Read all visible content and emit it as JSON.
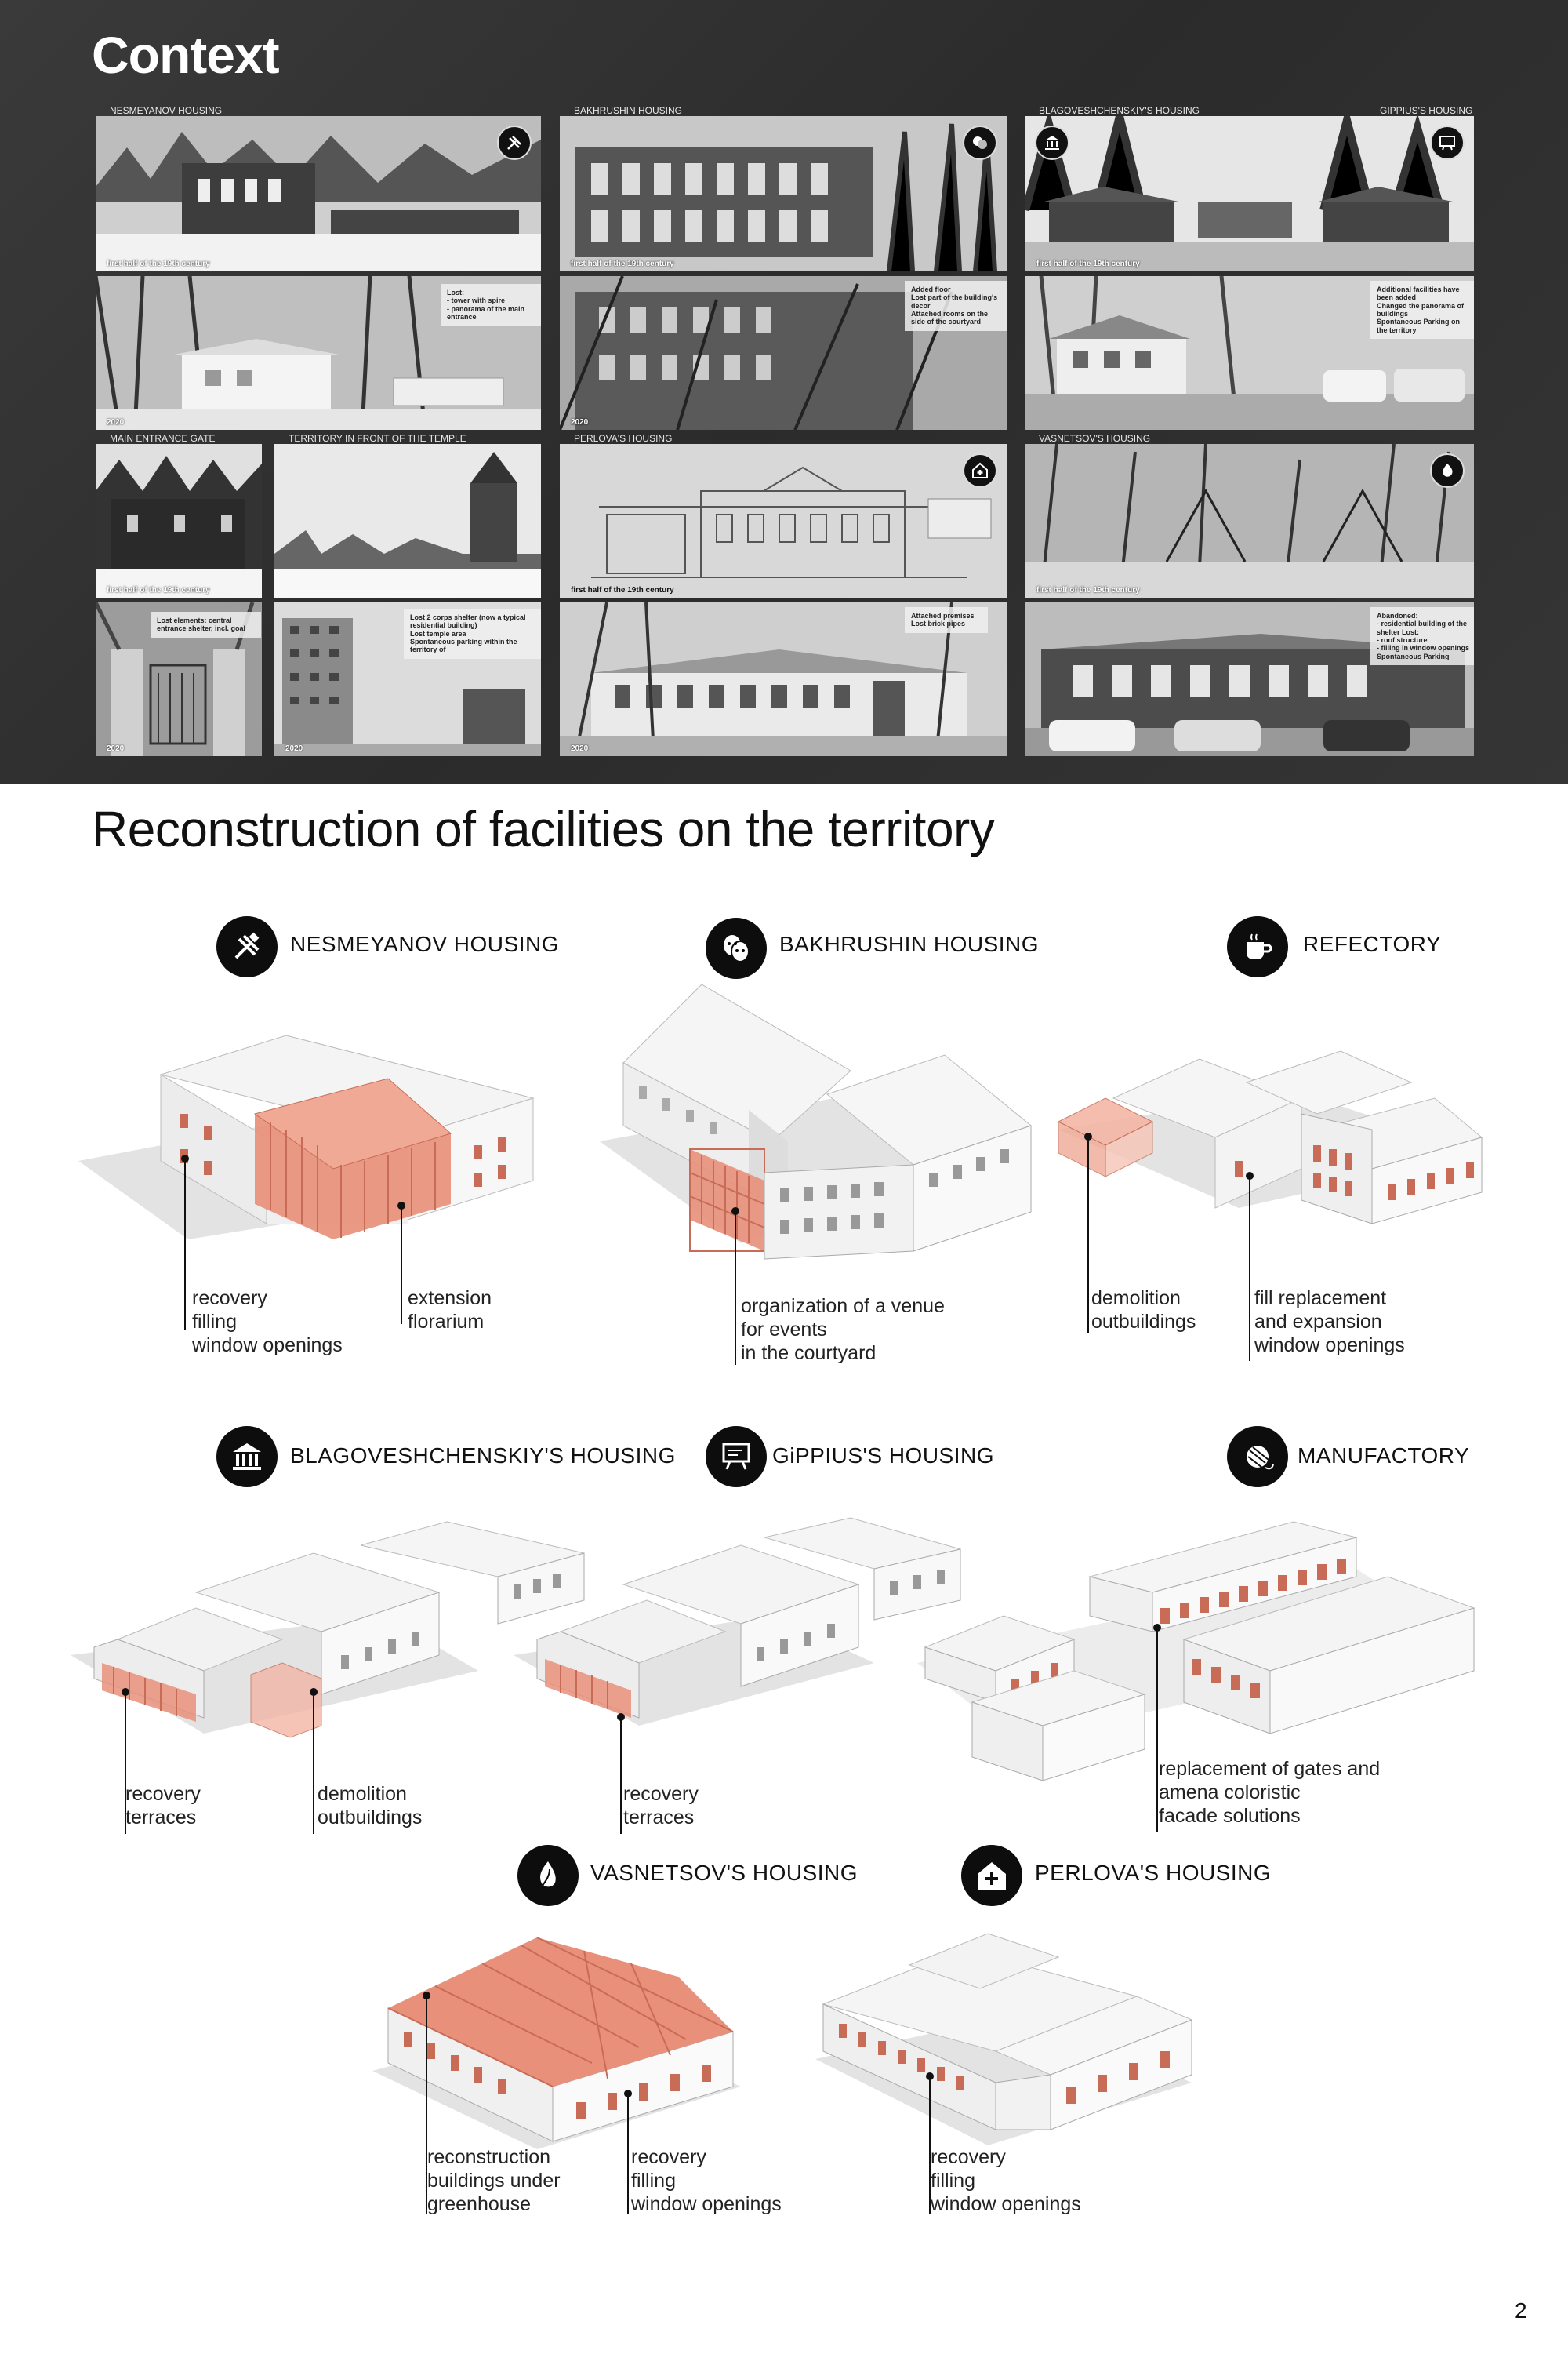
{
  "context": {
    "title": "Context",
    "labels": {
      "nesmeyanov": "NESMEYANOV HOUSING",
      "bakhrushin": "BAKHRUSHIN HOUSING",
      "blagoveshchenskiy": "BLAGOVESHCHENSKIY'S HOUSING",
      "gippius": "GIPPIUS'S HOUSING",
      "main_gate": "MAIN ENTRANCE GATE",
      "territory": "TERRITORY IN FRONT OF THE TEMPLE",
      "perlova": "PERLOVA'S HOUSING",
      "vasnetsov": "VASNETSOV'S HOUSING"
    },
    "captions": {
      "old": "first half of the 19th century",
      "old_b": "first half of the 19th century",
      "old_c": "first half of the 19th century",
      "old_d": "first half of the 19th century",
      "old_e": "first half of the 19th century",
      "old_f": "first half of the 19th century",
      "y2020": "2020"
    },
    "notes": {
      "nesmeyanov": "Lost:\n- tower with spire\n- panorama of the main entrance",
      "bakhrushin": "Added floor\nLost part of the building's decor\nAttached rooms on the side of the courtyard",
      "blagoveshchenskiy": "Additional facilities have been added\nChanged the panorama of buildings\nSpontaneous Parking on the territory",
      "gate": "Lost elements: central entrance shelter, incl. goal",
      "territory": "Lost 2 corps shelter (now a typical residential building)\nLost temple area\nSpontaneous parking within the territory of",
      "perlova": "Attached premises\nLost brick pipes",
      "vasnetsov": "Abandoned:\n- residential building of the shelter Lost:\n- roof structure\n- filling in window openings Spontaneous Parking"
    }
  },
  "reconstruction": {
    "title": "Reconstruction of facilities on the territory",
    "buildings": [
      {
        "name": "NESMEYANOV  HOUSING",
        "icon": "tools-icon",
        "annotations": [
          [
            "recovery",
            "filling",
            "window openings"
          ],
          [
            "extension",
            "florarium"
          ]
        ]
      },
      {
        "name": "BAKHRUSHIN  HOUSING",
        "icon": "theatre-masks-icon",
        "annotations": [
          [
            "organization of a venue",
            "for events",
            "in the courtyard"
          ]
        ]
      },
      {
        "name": "REFECTORY",
        "icon": "coffee-cup-icon",
        "annotations": [
          [
            "demolition",
            "outbuildings"
          ],
          [
            "fill replacement",
            "and expansion",
            "window openings"
          ]
        ]
      },
      {
        "name": "BLAGOVESHCHENSKIY'S  HOUSING",
        "icon": "museum-icon",
        "annotations": [
          [
            "recovery",
            "terraces"
          ],
          [
            "demolition",
            "outbuildings"
          ]
        ]
      },
      {
        "name": "GiPPIUS'S HOUSING",
        "icon": "blackboard-icon",
        "annotations": [
          [
            "recovery",
            "terraces"
          ]
        ]
      },
      {
        "name": "MANUFACTORY",
        "icon": "yarn-icon",
        "annotations": [
          [
            "replacement of gates and",
            "amena coloristic",
            "facade solutions"
          ]
        ]
      },
      {
        "name": "VASNETSOV'S HOUSING",
        "icon": "leaf-drop-icon",
        "annotations": [
          [
            "reconstruction",
            "buildings under",
            "greenhouse"
          ],
          [
            "recovery",
            "filling",
            "window openings"
          ]
        ]
      },
      {
        "name": "PERLOVA'S HOUSING",
        "icon": "medical-house-icon",
        "annotations": [
          [
            "recovery",
            "filling",
            "window openings"
          ]
        ]
      }
    ]
  },
  "page_number": "2",
  "colors": {
    "accent": "#e8907a",
    "dark_bg": "#2f2f2f"
  }
}
